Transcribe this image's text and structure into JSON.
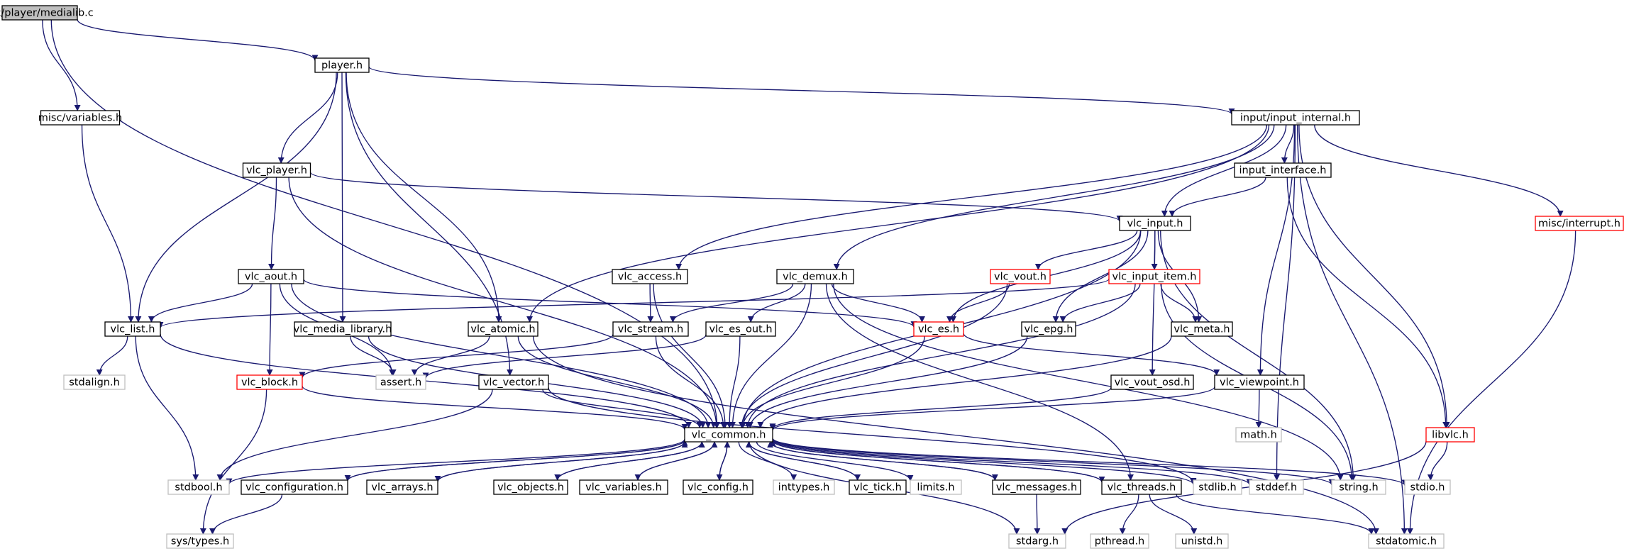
{
  "graph": {
    "nodes": [
      {
        "id": "medialib",
        "label": "src/player/medialib.c",
        "kind": "root"
      },
      {
        "id": "player",
        "label": "player.h",
        "kind": "normal"
      },
      {
        "id": "variables",
        "label": "misc/variables.h",
        "kind": "normal"
      },
      {
        "id": "input_internal",
        "label": "input/input_internal.h",
        "kind": "normal"
      },
      {
        "id": "vlc_player",
        "label": "vlc_player.h",
        "kind": "normal"
      },
      {
        "id": "input_interface",
        "label": "input_interface.h",
        "kind": "normal"
      },
      {
        "id": "vlc_input",
        "label": "vlc_input.h",
        "kind": "normal"
      },
      {
        "id": "interrupt",
        "label": "misc/interrupt.h",
        "kind": "truncated"
      },
      {
        "id": "vlc_aout",
        "label": "vlc_aout.h",
        "kind": "normal"
      },
      {
        "id": "vlc_access",
        "label": "vlc_access.h",
        "kind": "normal"
      },
      {
        "id": "vlc_demux",
        "label": "vlc_demux.h",
        "kind": "normal"
      },
      {
        "id": "vlc_vout",
        "label": "vlc_vout.h",
        "kind": "truncated"
      },
      {
        "id": "vlc_input_item",
        "label": "vlc_input_item.h",
        "kind": "truncated"
      },
      {
        "id": "vlc_list",
        "label": "vlc_list.h",
        "kind": "normal"
      },
      {
        "id": "vlc_media_library",
        "label": "vlc_media_library.h",
        "kind": "normal"
      },
      {
        "id": "vlc_atomic",
        "label": "vlc_atomic.h",
        "kind": "normal"
      },
      {
        "id": "vlc_stream",
        "label": "vlc_stream.h",
        "kind": "normal"
      },
      {
        "id": "vlc_es_out",
        "label": "vlc_es_out.h",
        "kind": "normal"
      },
      {
        "id": "vlc_es",
        "label": "vlc_es.h",
        "kind": "truncated"
      },
      {
        "id": "vlc_epg",
        "label": "vlc_epg.h",
        "kind": "normal"
      },
      {
        "id": "vlc_meta",
        "label": "vlc_meta.h",
        "kind": "normal"
      },
      {
        "id": "stdalign",
        "label": "stdalign.h",
        "kind": "missing"
      },
      {
        "id": "vlc_block",
        "label": "vlc_block.h",
        "kind": "truncated"
      },
      {
        "id": "assert",
        "label": "assert.h",
        "kind": "missing"
      },
      {
        "id": "vlc_vector",
        "label": "vlc_vector.h",
        "kind": "normal"
      },
      {
        "id": "vlc_vout_osd",
        "label": "vlc_vout_osd.h",
        "kind": "normal"
      },
      {
        "id": "vlc_viewpoint",
        "label": "vlc_viewpoint.h",
        "kind": "normal"
      },
      {
        "id": "libvlc",
        "label": "libvlc.h",
        "kind": "truncated"
      },
      {
        "id": "math",
        "label": "math.h",
        "kind": "missing"
      },
      {
        "id": "vlc_common",
        "label": "vlc_common.h",
        "kind": "normal"
      },
      {
        "id": "stdbool",
        "label": "stdbool.h",
        "kind": "missing"
      },
      {
        "id": "vlc_configuration",
        "label": "vlc_configuration.h",
        "kind": "normal"
      },
      {
        "id": "vlc_arrays",
        "label": "vlc_arrays.h",
        "kind": "normal"
      },
      {
        "id": "vlc_objects",
        "label": "vlc_objects.h",
        "kind": "normal"
      },
      {
        "id": "vlc_variables",
        "label": "vlc_variables.h",
        "kind": "normal"
      },
      {
        "id": "vlc_config",
        "label": "vlc_config.h",
        "kind": "normal"
      },
      {
        "id": "inttypes",
        "label": "inttypes.h",
        "kind": "missing"
      },
      {
        "id": "vlc_tick",
        "label": "vlc_tick.h",
        "kind": "normal"
      },
      {
        "id": "limits",
        "label": "limits.h",
        "kind": "missing"
      },
      {
        "id": "vlc_messages",
        "label": "vlc_messages.h",
        "kind": "normal"
      },
      {
        "id": "vlc_threads",
        "label": "vlc_threads.h",
        "kind": "normal"
      },
      {
        "id": "stdlib",
        "label": "stdlib.h",
        "kind": "missing"
      },
      {
        "id": "stddef",
        "label": "stddef.h",
        "kind": "missing"
      },
      {
        "id": "string",
        "label": "string.h",
        "kind": "missing"
      },
      {
        "id": "stdio",
        "label": "stdio.h",
        "kind": "missing"
      },
      {
        "id": "sys_types",
        "label": "sys/types.h",
        "kind": "missing"
      },
      {
        "id": "stdarg",
        "label": "stdarg.h",
        "kind": "missing"
      },
      {
        "id": "pthread",
        "label": "pthread.h",
        "kind": "missing"
      },
      {
        "id": "unistd",
        "label": "unistd.h",
        "kind": "missing"
      },
      {
        "id": "stdatomic",
        "label": "stdatomic.h",
        "kind": "missing"
      }
    ],
    "edges": [
      [
        "medialib",
        "player"
      ],
      [
        "medialib",
        "variables"
      ],
      [
        "medialib",
        "vlc_common"
      ],
      [
        "player",
        "vlc_list"
      ],
      [
        "player",
        "vlc_player"
      ],
      [
        "player",
        "vlc_media_library"
      ],
      [
        "player",
        "vlc_vector"
      ],
      [
        "player",
        "vlc_atomic"
      ],
      [
        "player",
        "input_internal"
      ],
      [
        "variables",
        "vlc_list"
      ],
      [
        "vlc_player",
        "vlc_aout"
      ],
      [
        "vlc_player",
        "vlc_input"
      ],
      [
        "vlc_player",
        "vlc_common"
      ],
      [
        "input_internal",
        "input_interface"
      ],
      [
        "input_internal",
        "vlc_input"
      ],
      [
        "input_internal",
        "interrupt"
      ],
      [
        "input_internal",
        "vlc_access"
      ],
      [
        "input_internal",
        "vlc_demux"
      ],
      [
        "input_internal",
        "vlc_atomic"
      ],
      [
        "input_internal",
        "vlc_viewpoint"
      ],
      [
        "input_internal",
        "libvlc"
      ],
      [
        "input_internal",
        "stddef"
      ],
      [
        "input_internal",
        "stdatomic"
      ],
      [
        "input_interface",
        "vlc_input"
      ],
      [
        "input_interface",
        "libvlc"
      ],
      [
        "interrupt",
        "stdatomic"
      ],
      [
        "vlc_input",
        "vlc_vout"
      ],
      [
        "vlc_input",
        "vlc_input_item"
      ],
      [
        "vlc_input",
        "vlc_es"
      ],
      [
        "vlc_input",
        "vlc_epg"
      ],
      [
        "vlc_input",
        "vlc_meta"
      ],
      [
        "vlc_input",
        "vlc_vout_osd"
      ],
      [
        "vlc_input",
        "string"
      ],
      [
        "vlc_input",
        "vlc_common"
      ],
      [
        "vlc_aout",
        "vlc_list"
      ],
      [
        "vlc_aout",
        "vlc_block"
      ],
      [
        "vlc_aout",
        "assert"
      ],
      [
        "vlc_aout",
        "vlc_es"
      ],
      [
        "vlc_aout",
        "vlc_common"
      ],
      [
        "vlc_access",
        "vlc_stream"
      ],
      [
        "vlc_access",
        "vlc_common"
      ],
      [
        "vlc_demux",
        "vlc_stream"
      ],
      [
        "vlc_demux",
        "vlc_es_out"
      ],
      [
        "vlc_demux",
        "vlc_es"
      ],
      [
        "vlc_demux",
        "vlc_common"
      ],
      [
        "vlc_demux",
        "string"
      ],
      [
        "vlc_demux",
        "vlc_threads"
      ],
      [
        "vlc_vout",
        "vlc_es"
      ],
      [
        "vlc_vout",
        "vlc_common"
      ],
      [
        "vlc_input_item",
        "vlc_list"
      ],
      [
        "vlc_input_item",
        "vlc_epg"
      ],
      [
        "vlc_input_item",
        "vlc_meta"
      ],
      [
        "vlc_input_item",
        "string"
      ],
      [
        "vlc_input_item",
        "vlc_common"
      ],
      [
        "vlc_list",
        "stdalign"
      ],
      [
        "vlc_list",
        "stdbool"
      ],
      [
        "vlc_list",
        "vlc_common"
      ],
      [
        "vlc_media_library",
        "assert"
      ],
      [
        "vlc_media_library",
        "vlc_common"
      ],
      [
        "vlc_atomic",
        "assert"
      ],
      [
        "vlc_atomic",
        "vlc_common"
      ],
      [
        "vlc_atomic",
        "stdatomic"
      ],
      [
        "vlc_stream",
        "vlc_block"
      ],
      [
        "vlc_stream",
        "vlc_common"
      ],
      [
        "vlc_es_out",
        "assert"
      ],
      [
        "vlc_es_out",
        "vlc_common"
      ],
      [
        "vlc_es",
        "vlc_viewpoint"
      ],
      [
        "vlc_es",
        "vlc_common"
      ],
      [
        "vlc_epg",
        "vlc_common"
      ],
      [
        "vlc_meta",
        "vlc_common"
      ],
      [
        "vlc_block",
        "vlc_common"
      ],
      [
        "vlc_block",
        "sys_types"
      ],
      [
        "vlc_vector",
        "vlc_common"
      ],
      [
        "vlc_vector",
        "stdbool"
      ],
      [
        "vlc_vector",
        "stdlib"
      ],
      [
        "vlc_vout_osd",
        "vlc_common"
      ],
      [
        "vlc_viewpoint",
        "vlc_common"
      ],
      [
        "vlc_viewpoint",
        "math"
      ],
      [
        "libvlc",
        "stdio"
      ],
      [
        "libvlc",
        "stdarg"
      ],
      [
        "vlc_common",
        "stdbool"
      ],
      [
        "vlc_common",
        "vlc_configuration"
      ],
      [
        "vlc_common",
        "vlc_arrays"
      ],
      [
        "vlc_common",
        "vlc_objects"
      ],
      [
        "vlc_common",
        "vlc_variables"
      ],
      [
        "vlc_common",
        "vlc_config"
      ],
      [
        "vlc_common",
        "inttypes"
      ],
      [
        "vlc_common",
        "vlc_tick"
      ],
      [
        "vlc_common",
        "limits"
      ],
      [
        "vlc_common",
        "vlc_messages"
      ],
      [
        "vlc_common",
        "vlc_threads"
      ],
      [
        "vlc_common",
        "stdlib"
      ],
      [
        "vlc_common",
        "stddef"
      ],
      [
        "vlc_common",
        "string"
      ],
      [
        "vlc_common",
        "stdio"
      ],
      [
        "vlc_common",
        "stdarg"
      ],
      [
        "vlc_configuration",
        "vlc_common"
      ],
      [
        "vlc_configuration",
        "sys_types"
      ],
      [
        "vlc_arrays",
        "vlc_common"
      ],
      [
        "vlc_objects",
        "vlc_common"
      ],
      [
        "vlc_variables",
        "vlc_common"
      ],
      [
        "vlc_config",
        "vlc_common"
      ],
      [
        "vlc_tick",
        "vlc_common"
      ],
      [
        "vlc_messages",
        "vlc_common"
      ],
      [
        "vlc_messages",
        "stdarg"
      ],
      [
        "vlc_threads",
        "vlc_common"
      ],
      [
        "vlc_threads",
        "pthread"
      ],
      [
        "vlc_threads",
        "unistd"
      ],
      [
        "vlc_threads",
        "stdatomic"
      ]
    ]
  },
  "colors": {
    "edge": "#191970",
    "root_fill": "#bfbfbf",
    "border": "#000000",
    "missing_border": "#bfbfbf",
    "truncated_border": "#ff0000"
  }
}
